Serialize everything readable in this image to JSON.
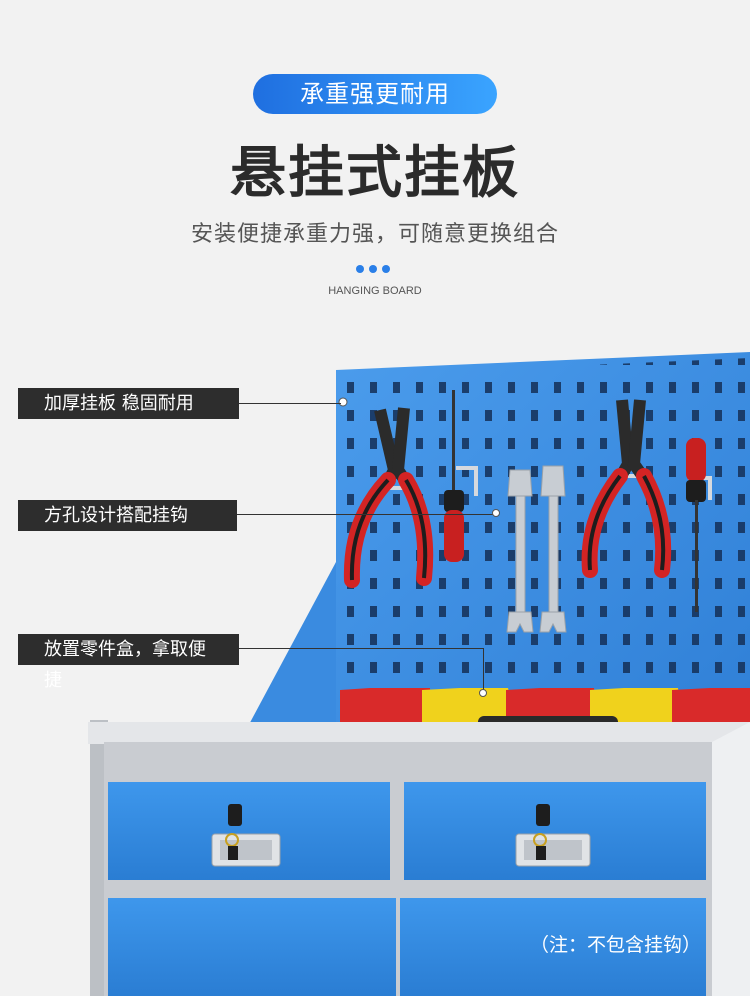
{
  "header": {
    "badge": "承重强更耐用",
    "title": "悬挂式挂板",
    "subtitle": "安装便捷承重力强，可随意更换组合",
    "english": "HANGING BOARD"
  },
  "callouts": [
    {
      "text": "加厚挂板 稳固耐用"
    },
    {
      "text": "方孔设计搭配挂钩"
    },
    {
      "text": "放置零件盒，拿取便捷"
    }
  ],
  "note": "（注：不包含挂钩）",
  "colors": {
    "accent_blue": "#2a7fe8",
    "panel_blue": "#3b8de0",
    "bin_red": "#d92a2a",
    "bin_yellow": "#f0d21c",
    "cabinet_gray": "#c9ccd1",
    "label_bg": "#2d2d2d"
  }
}
